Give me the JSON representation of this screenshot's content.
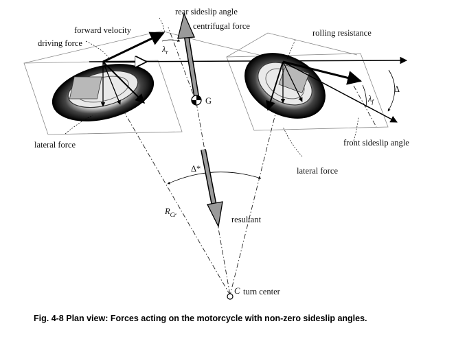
{
  "labels": {
    "rear_sideslip_angle": "rear sideslip angle",
    "centrifugal_force": "centrifugal force",
    "forward_velocity": "forward velocity",
    "driving_force": "driving force",
    "rolling_resistance": "rolling resistance",
    "lateral_force_rear": "lateral force",
    "lateral_force_front": "lateral force",
    "front_sideslip_angle": "front sideslip angle",
    "resultant": "resultant",
    "turn_center": "turn center",
    "center_of_gravity": "G",
    "turn_center_symbol": "C",
    "radius_symbol": "R",
    "radius_subscript": "Cr",
    "lambda_r_symbol": "λ",
    "lambda_r_subscript": "r",
    "lambda_f_symbol": "λ",
    "lambda_f_subscript": "f",
    "delta_symbol": "Δ",
    "delta_star_symbol": "Δ*"
  },
  "caption": "Fig. 4-8 Plan view: Forces acting on the motorcycle with non-zero sideslip angles."
}
